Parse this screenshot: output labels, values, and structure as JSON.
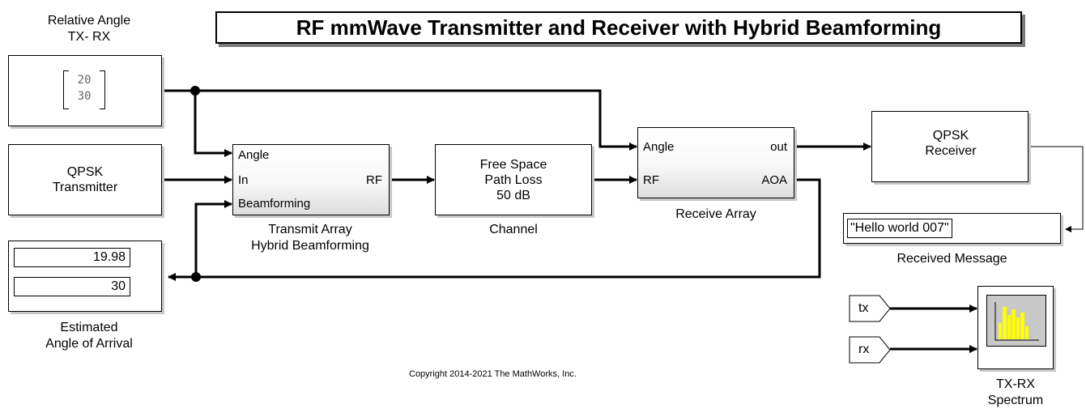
{
  "title": "RF mmWave Transmitter and Receiver with Hybrid Beamforming",
  "blocks": {
    "relative_angle": {
      "label": "Relative Angle\nTX- RX",
      "values": [
        "20",
        "30"
      ]
    },
    "qpsk_tx": {
      "text": "QPSK\nTransmitter"
    },
    "estimated_aoa": {
      "label": "Estimated\nAngle of Arrival",
      "values": [
        "19.98",
        "30"
      ]
    },
    "transmit_array": {
      "label": "Transmit Array\nHybrid Beamforming",
      "ports": {
        "angle": "Angle",
        "in": "In",
        "beamforming": "Beamforming",
        "rf": "RF"
      }
    },
    "channel": {
      "text": "Free Space\nPath Loss\n50 dB",
      "label": "Channel"
    },
    "receive_array": {
      "label": "Receive Array",
      "ports": {
        "angle": "Angle",
        "rf": "RF",
        "out": "out",
        "aoa": "AOA"
      }
    },
    "qpsk_rx": {
      "text": "QPSK\nReceiver"
    },
    "received_message": {
      "value": "\"Hello world 007\"",
      "label": "Received Message"
    },
    "spectrum": {
      "label": "TX-RX\nSpectrum",
      "inputs": [
        "tx",
        "rx"
      ]
    }
  },
  "copyright": "Copyright 2014-2021 The MathWorks, Inc.",
  "colors": {
    "line": "#000000",
    "scope_bars": "#ffff00",
    "scope_bg": "#c8c8c8",
    "block_shadow": "#c8c8c8"
  }
}
